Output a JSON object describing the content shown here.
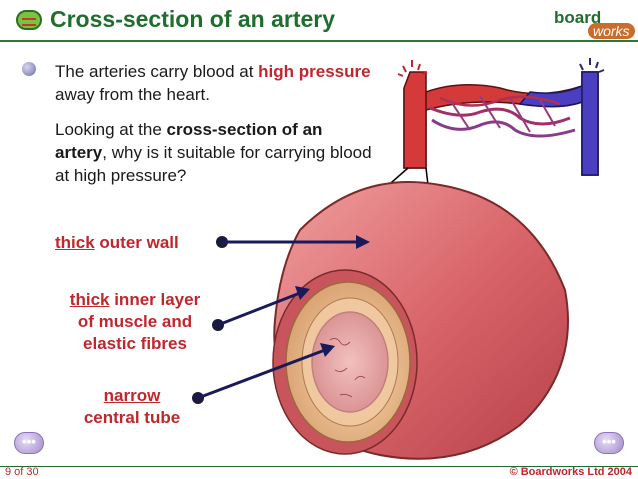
{
  "header": {
    "title": "Cross-section of an artery",
    "icon": "artery-icon",
    "logo_board": "board",
    "logo_works": "works"
  },
  "content": {
    "para1": {
      "t1": "The arteries carry blood at ",
      "t2": "high pressure",
      "t3": " away from the heart."
    },
    "para2": {
      "t1": "Looking at the ",
      "t2": "cross-section of an artery",
      "t3": ", why is it suitable for carrying blood at high pressure?"
    }
  },
  "labels": {
    "outer_wall": {
      "u": "thick",
      "rest": " outer wall"
    },
    "inner_layer": {
      "u": "thick",
      "rest": " inner layer",
      "line2": "of muscle and",
      "line3": "elastic fibres"
    },
    "central_tube": {
      "line1": "narrow",
      "line2": "central tube"
    }
  },
  "navigation": {
    "prev_label": "•••",
    "next_label": "•••"
  },
  "footer": {
    "page": "9 of 30",
    "copyright": "© Boardworks Ltd 2004"
  },
  "colors": {
    "accent_green": "#1f6e2e",
    "label_red": "#c0272d",
    "artery_red": "#d43a3a",
    "vein_blue": "#4a3fc0"
  }
}
